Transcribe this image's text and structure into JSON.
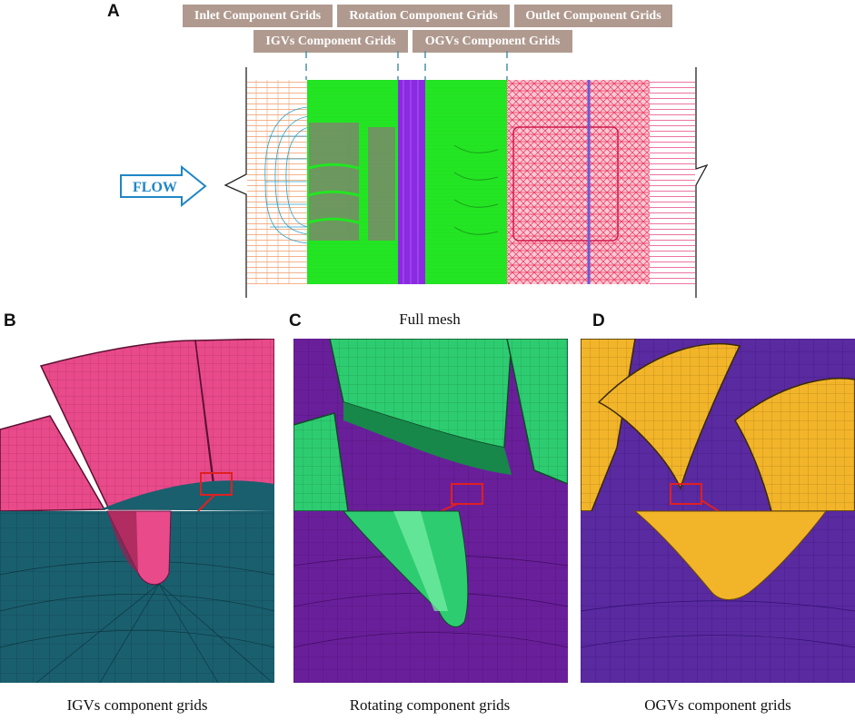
{
  "panel_labels": {
    "a": "A",
    "b": "B",
    "c": "C",
    "d": "D"
  },
  "component_tags": {
    "inlet": "Inlet Component Grids",
    "rotation": "Rotation Component Grids",
    "outlet": "Outlet Component Grids",
    "igvs": "IGVs Component Grids",
    "ogvs": "OGVs Component Grids"
  },
  "flow_label": "FLOW",
  "full_mesh_title": "Full mesh",
  "captions": {
    "igvs": "IGVs component grids",
    "rotating": "Rotating component grids",
    "ogvs": "OGVs component grids"
  },
  "colors": {
    "tag_bg": "#b09a8f",
    "inlet_mesh": "#f0a070",
    "igv_mesh": "#22e622",
    "rotor_zone": "#8a2be2",
    "outlet_mesh": "#f0305a",
    "flow_arrow": "#1f86c6",
    "igv_blade": "#e84a8a",
    "hub_teal": "#1a5f6e",
    "rotor_blade": "#2ecc71",
    "hub_purple": "#6a1f9a",
    "ogv_blade": "#f2b52a"
  },
  "icons": {
    "flow_arrow": "right-arrow-icon",
    "callout": "zoom-callout-box"
  }
}
